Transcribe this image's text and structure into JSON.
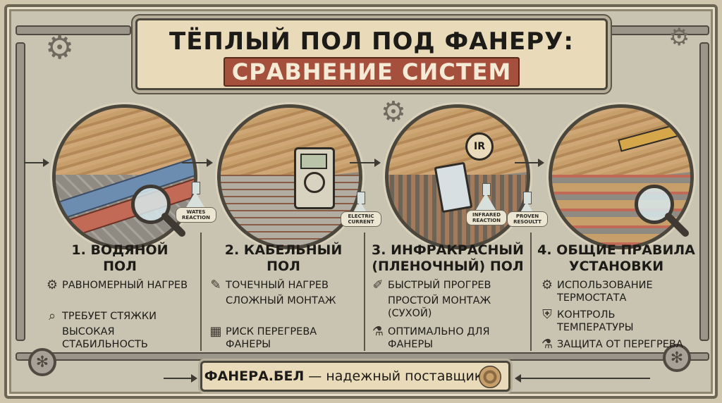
{
  "title": {
    "line1": "ТЁПЛЫЙ ПОЛ ПОД ФАНЕРУ:",
    "line2": "СРАВНЕНИЕ СИСТЕМ"
  },
  "panels": [
    {
      "heading_line1": "1. ВОДЯНОЙ",
      "heading_line2": "ПОЛ",
      "flask_label": "WATES REACTION",
      "items": [
        {
          "icon": "gear-icon",
          "text": "Равномерный нагрев"
        },
        {
          "icon": "magnifier-icon",
          "text": "Требует стяжки"
        },
        {
          "icon": "none",
          "text": "Высокая стабильность"
        }
      ]
    },
    {
      "heading_line1": "2. КАБЕЛЬНЫЙ",
      "heading_line2": "ПОЛ",
      "flask_label": "ELECTRIC CURRENT",
      "items": [
        {
          "icon": "pen-icon",
          "text": "Точечный нагрев"
        },
        {
          "icon": "none",
          "text": "Сложный монтаж"
        },
        {
          "icon": "tape-icon",
          "text": "Риск перегрева фанеры"
        }
      ]
    },
    {
      "heading_line1": "3. ИНФРАКРАСНЫЙ",
      "heading_line2": "(ПЛЕНОЧНЫЙ) ПОЛ",
      "flask_label": "INFRARED REACTION",
      "ir_badge": "IR",
      "items": [
        {
          "icon": "knife-icon",
          "text": "Быстрый прогрев"
        },
        {
          "icon": "none",
          "text": "Простой монтаж (сухой)"
        },
        {
          "icon": "flask-icon",
          "text": "Оптимально для фанеры"
        }
      ]
    },
    {
      "heading_line1": "4. ОБЩИЕ ПРАВИЛА",
      "heading_line2": "УСТАНОВКИ",
      "flask_label": "PROVEN RESOULTT",
      "items": [
        {
          "icon": "gear-icon",
          "text": "Использование термостата"
        },
        {
          "icon": "shield-check-icon",
          "text": "Контроль температуры"
        },
        {
          "icon": "flask-icon",
          "text": "Защита от перегрева"
        }
      ]
    }
  ],
  "footer": {
    "brand": "ФАНЕРА.БЕЛ",
    "tagline": " — надежный поставщик"
  },
  "colors": {
    "background": "#c9c4b1",
    "title_panel": "#e9dbb9",
    "subtitle_band": "#a4503c",
    "ink": "#1d1b18"
  }
}
